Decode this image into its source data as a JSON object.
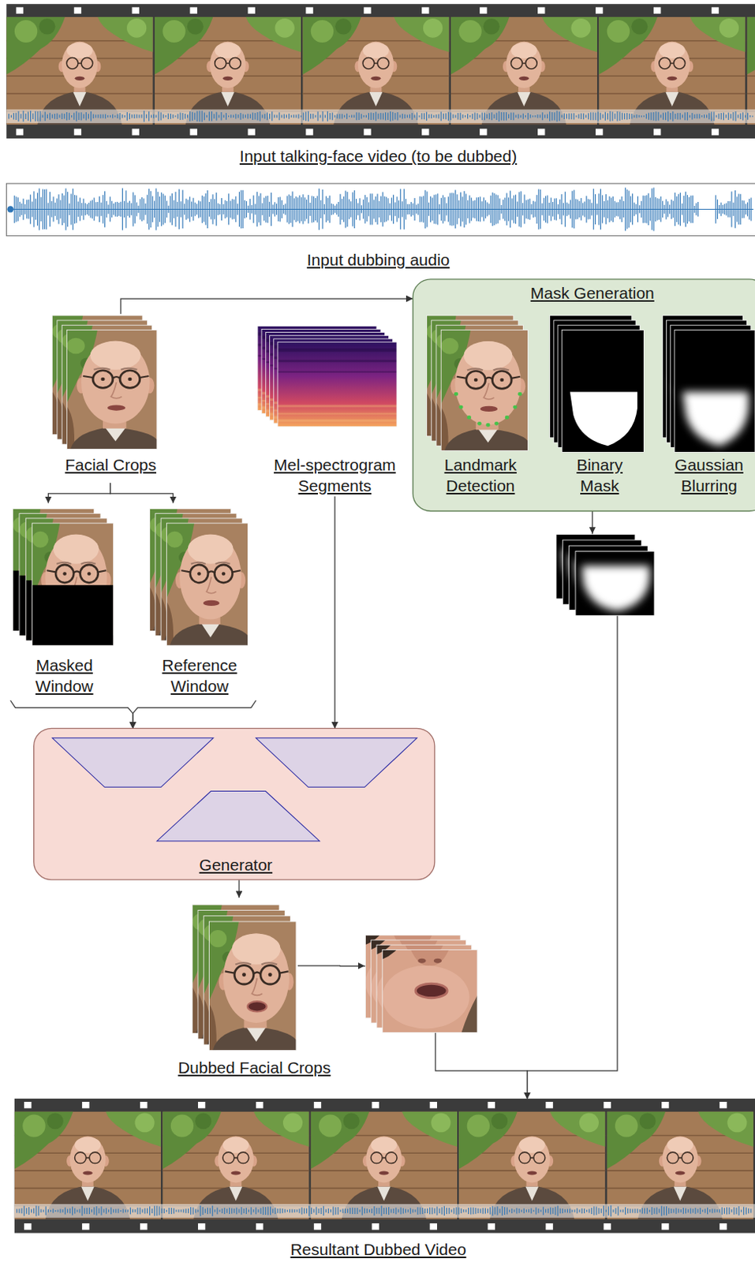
{
  "diagram": {
    "nodes": [
      {
        "text": [
          "Input talking-face video (to be dubbed)"
        ]
      },
      {
        "text": [
          "Input dubbing audio"
        ]
      },
      {
        "text": [
          "Mask Generation"
        ]
      },
      {
        "text": [
          "Landmark Detection"
        ],
        "in": 2
      },
      {
        "text": [
          "Binary Mask"
        ],
        "in": 2
      },
      {
        "text": [
          "Gaussian Blurring"
        ],
        "in": 2
      },
      {
        "text": [
          "Facial Crops"
        ]
      },
      {
        "text": [
          "Mel-spectrogram Segments"
        ]
      },
      {
        "text": [
          "Masked Window"
        ]
      },
      {
        "text": [
          "Reference Window"
        ]
      },
      {
        "text": [
          "Generator"
        ]
      },
      {
        "text": [
          "Dubbed Facial Crops"
        ]
      },
      {
        "text": [
          "Resultant Dubbed Video"
        ]
      }
    ],
    "edges": [
      {
        "from": 6,
        "to": 2,
        "arrow": "to"
      },
      {
        "from": 6,
        "to": 8,
        "arrow": "to"
      },
      {
        "from": 6,
        "to": 9,
        "arrow": "to"
      },
      {
        "from": 8,
        "to": 10,
        "arrow": "to"
      },
      {
        "from": 9,
        "to": 10,
        "arrow": "to"
      },
      {
        "from": 7,
        "to": 10,
        "arrow": "to"
      },
      {
        "from": 10,
        "to": 11,
        "arrow": "to"
      },
      {
        "from": 2,
        "to": 12,
        "arrow": "to"
      },
      {
        "from": 11,
        "to": 12,
        "arrow": "to"
      }
    ]
  }
}
